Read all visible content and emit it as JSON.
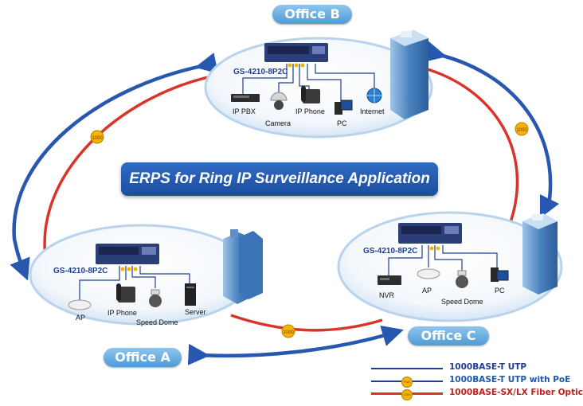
{
  "title": "ERPS for Ring IP Surveillance Application",
  "fiber_badge": "1000",
  "offices": {
    "b": {
      "name": "Office B",
      "switch": "GS-4210-8P2C",
      "devices": {
        "pbx": "IP PBX",
        "camera": "Camera",
        "phone": "IP Phone",
        "pc": "PC",
        "internet": "Internet"
      }
    },
    "a": {
      "name": "Office A",
      "switch": "GS-4210-8P2C",
      "devices": {
        "ap": "AP",
        "phone": "IP Phone",
        "dome": "Speed Dome",
        "server": "Server"
      }
    },
    "c": {
      "name": "Office C",
      "switch": "GS-4210-8P2C",
      "devices": {
        "nvr": "NVR",
        "ap": "AP",
        "dome": "Speed Dome",
        "pc": "PC"
      }
    }
  },
  "legend": {
    "utp": "1000BASE-T UTP",
    "poe": "1000BASE-T UTP with PoE",
    "fiber": "1000BASE-SX/LX Fiber Optic",
    "poe_badge": "PoE",
    "fiber_badge": "1000"
  },
  "colors": {
    "utp": "#1f3f8f",
    "poe_text": "#1e5aa8",
    "fiber": "#d8342a",
    "fiber_text": "#c0201c",
    "arrow": "#2857b0",
    "banner": "#1f56a8",
    "pill": "#5aa7e0"
  }
}
